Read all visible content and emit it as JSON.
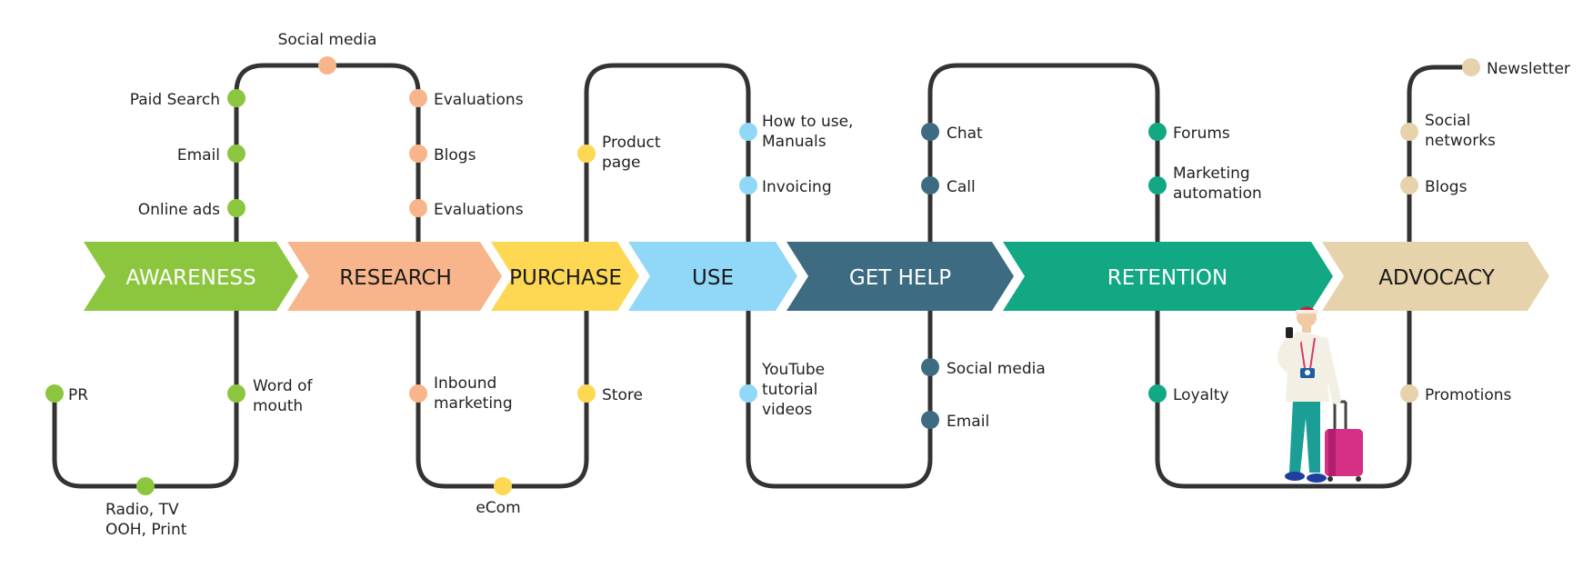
{
  "colors": {
    "path": "#333333",
    "awareness": "#8cc63f",
    "research": "#f8b58c",
    "purchase": "#fed853",
    "use": "#91d7f7",
    "get_help": "#3d6b82",
    "retention": "#11a883",
    "advocacy": "#e6d3ab"
  },
  "stages": [
    {
      "id": "awareness",
      "label": "AWARENESS",
      "color": "#8cc63f",
      "text_color": "#ffffff"
    },
    {
      "id": "research",
      "label": "RESEARCH",
      "color": "#f8b58c",
      "text_color": "#1a1a1a"
    },
    {
      "id": "purchase",
      "label": "PURCHASE",
      "color": "#fed853",
      "text_color": "#1a1a1a"
    },
    {
      "id": "use",
      "label": "USE",
      "color": "#91d7f7",
      "text_color": "#1a1a1a"
    },
    {
      "id": "get_help",
      "label": "GET HELP",
      "color": "#3d6b82",
      "text_color": "#ffffff"
    },
    {
      "id": "retention",
      "label": "RETENTION",
      "color": "#11a883",
      "text_color": "#ffffff"
    },
    {
      "id": "advocacy",
      "label": "ADVOCACY",
      "color": "#e6d3ab",
      "text_color": "#1a1a1a"
    }
  ],
  "touchpoints": [
    {
      "stage": "awareness",
      "lines": [
        "Paid Search"
      ]
    },
    {
      "stage": "awareness",
      "lines": [
        "Email"
      ]
    },
    {
      "stage": "awareness",
      "lines": [
        "Online ads"
      ]
    },
    {
      "stage": "awareness",
      "lines": [
        "PR"
      ]
    },
    {
      "stage": "awareness",
      "lines": [
        "Word of",
        "mouth"
      ]
    },
    {
      "stage": "awareness",
      "lines": [
        "Radio, TV",
        "OOH, Print"
      ]
    },
    {
      "stage": "research",
      "lines": [
        "Social media"
      ]
    },
    {
      "stage": "research",
      "lines": [
        "Evaluations"
      ]
    },
    {
      "stage": "research",
      "lines": [
        "Blogs"
      ]
    },
    {
      "stage": "research",
      "lines": [
        "Evaluations"
      ]
    },
    {
      "stage": "research",
      "lines": [
        "Inbound",
        "marketing"
      ]
    },
    {
      "stage": "purchase",
      "lines": [
        "eCom"
      ]
    },
    {
      "stage": "purchase",
      "lines": [
        "Product",
        "page"
      ]
    },
    {
      "stage": "purchase",
      "lines": [
        "Store"
      ]
    },
    {
      "stage": "use",
      "lines": [
        "How to use,",
        "Manuals"
      ]
    },
    {
      "stage": "use",
      "lines": [
        "Invoicing"
      ]
    },
    {
      "stage": "use",
      "lines": [
        "YouTube",
        "tutorial",
        "videos"
      ]
    },
    {
      "stage": "get_help",
      "lines": [
        "Chat"
      ]
    },
    {
      "stage": "get_help",
      "lines": [
        "Call"
      ]
    },
    {
      "stage": "get_help",
      "lines": [
        "Social media"
      ]
    },
    {
      "stage": "get_help",
      "lines": [
        "Email"
      ]
    },
    {
      "stage": "retention",
      "lines": [
        "Forums"
      ]
    },
    {
      "stage": "retention",
      "lines": [
        "Marketing",
        "automation"
      ]
    },
    {
      "stage": "retention",
      "lines": [
        "Loyalty"
      ]
    },
    {
      "stage": "advocacy",
      "lines": [
        "Newsletter"
      ]
    },
    {
      "stage": "advocacy",
      "lines": [
        "Social",
        "networks"
      ]
    },
    {
      "stage": "advocacy",
      "lines": [
        "Blogs"
      ]
    },
    {
      "stage": "advocacy",
      "lines": [
        "Promotions"
      ]
    }
  ],
  "illustration": {
    "icon": "traveler-with-suitcase-icon"
  }
}
